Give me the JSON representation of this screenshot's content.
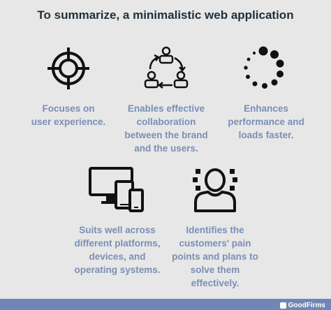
{
  "title": "To summarize, a minimalistic web application",
  "features": [
    {
      "icon": "target-icon",
      "caption": [
        "Focuses on",
        "user experience."
      ]
    },
    {
      "icon": "collaboration-cycle-icon",
      "caption": [
        "Enables effective",
        "collaboration",
        "between the brand",
        "and the users."
      ]
    },
    {
      "icon": "loading-spinner-icon",
      "caption": [
        "Enhances",
        "performance and",
        "loads faster."
      ]
    },
    {
      "icon": "multiple-devices-icon",
      "caption": [
        "Suits well across",
        "different platforms,",
        "devices, and",
        "operating systems."
      ]
    },
    {
      "icon": "customer-focus-icon",
      "caption": [
        "Identifies the",
        "customers' pain",
        "points and plans to",
        "solve them",
        "effectively."
      ]
    }
  ],
  "footer": {
    "brand": "GoodFirms"
  },
  "colors": {
    "background": "#e7e7e7",
    "title": "#1f2f3a",
    "caption": "#7a8fb5",
    "footer": "#6f86b6",
    "icon": "#111111"
  }
}
